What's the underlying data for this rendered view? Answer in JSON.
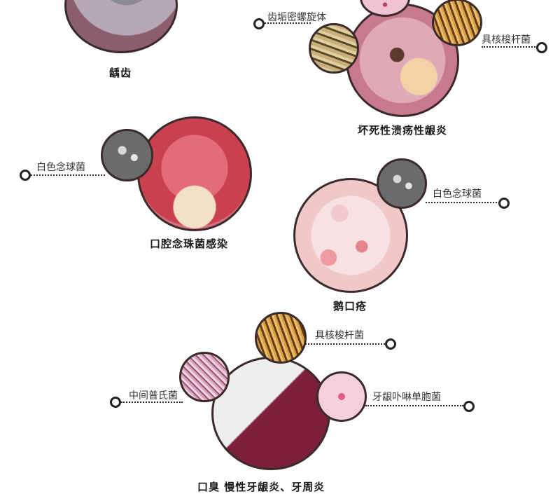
{
  "sections": {
    "caries": {
      "caption": "龋齿"
    },
    "necrotizing": {
      "caption": "坏死性溃疡性龈炎",
      "labels": {
        "spirochete": "齿垢密螺旋体",
        "fusobacterium": "具核梭杆菌"
      }
    },
    "candida": {
      "caption": "口腔念珠菌感染",
      "labels": {
        "candida": "白色念球菌"
      }
    },
    "thrush": {
      "caption": "鹅口疮",
      "labels": {
        "candida": "白色念球菌"
      }
    },
    "halitosis": {
      "caption": "口臭  慢性牙龈炎、牙周炎",
      "labels": {
        "fusobacterium": "具核梭杆菌",
        "prevotella": "中间普氏菌",
        "porphyromonas": "牙龈卟啉单胞菌"
      }
    }
  },
  "colors": {
    "border": "#3a2a2a",
    "text": "#333333"
  }
}
